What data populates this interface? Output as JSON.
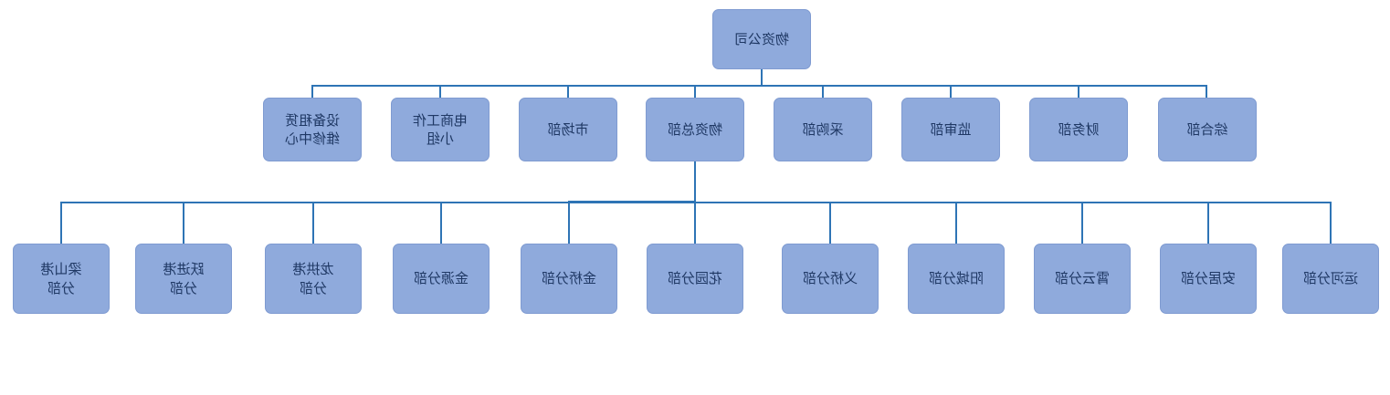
{
  "colors": {
    "box_fill": "#8faadc",
    "box_border": "#7f9bd1",
    "box_text": "#1f3864",
    "connector": "#2e74b5"
  },
  "orgchart": {
    "root": {
      "label": "物资公司"
    },
    "departments": [
      {
        "label": "综合部"
      },
      {
        "label": "财务部"
      },
      {
        "label": "监审部"
      },
      {
        "label": "采购部"
      },
      {
        "label": "物资总部"
      },
      {
        "label": "市场部"
      },
      {
        "label": "电商工作\n小组"
      },
      {
        "label": "设备租赁\n维修中心"
      }
    ],
    "branches": [
      {
        "label": "运河分部"
      },
      {
        "label": "安居分部"
      },
      {
        "label": "霄云分部"
      },
      {
        "label": "阳城分部"
      },
      {
        "label": "义桥分部"
      },
      {
        "label": "花园分部"
      },
      {
        "label": "金桥分部"
      },
      {
        "label": "金源分部"
      },
      {
        "label": "龙拱港\n分部"
      },
      {
        "label": "跃进港\n分部"
      },
      {
        "label": "梁山港\n分部"
      }
    ]
  }
}
